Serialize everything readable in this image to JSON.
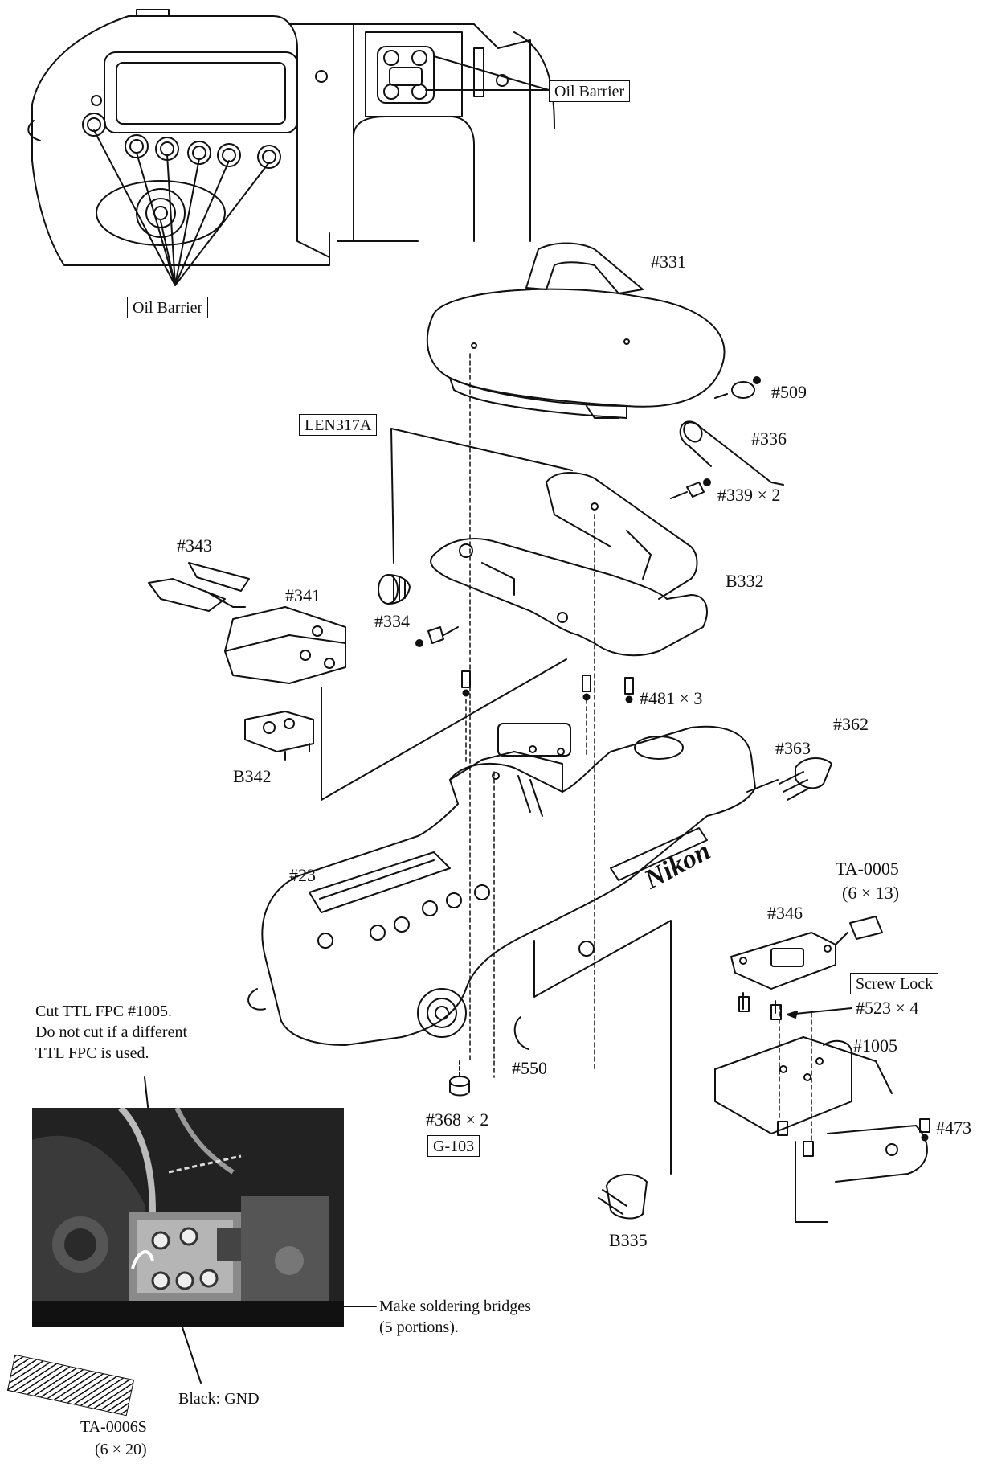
{
  "callouts": {
    "oil_barrier_top": "Oil Barrier",
    "oil_barrier_left": "Oil Barrier",
    "len317a": "LEN317A",
    "screw_lock": "Screw Lock",
    "g103": "G-103"
  },
  "parts": {
    "p331": "#331",
    "p509": "#509",
    "p336": "#336",
    "p339": "#339 × 2",
    "b332": "B332",
    "p343": "#343",
    "p341": "#341",
    "p334": "#334",
    "p481": "#481 × 3",
    "p362": "#362",
    "p363": "#363",
    "b342": "B342",
    "p23": "#23",
    "ta0005": "TA-0005",
    "ta0005_size": "(6 × 13)",
    "p346": "#346",
    "p523": "#523 × 4",
    "p1005": "#1005",
    "p550": "#550",
    "p368": "#368 × 2",
    "p473": "#473",
    "b335": "B335",
    "ta0006s": "TA-0006S",
    "ta0006s_size": "(6 × 20)",
    "brand": "Nikon"
  },
  "notes": {
    "cut_line1": "Cut TTL FPC #1005.",
    "cut_line2": "Do not cut if a different",
    "cut_line3": "TTL FPC is used.",
    "solder_line1": "Make soldering bridges",
    "solder_line2": "(5 portions).",
    "black_gnd": "Black: GND"
  }
}
